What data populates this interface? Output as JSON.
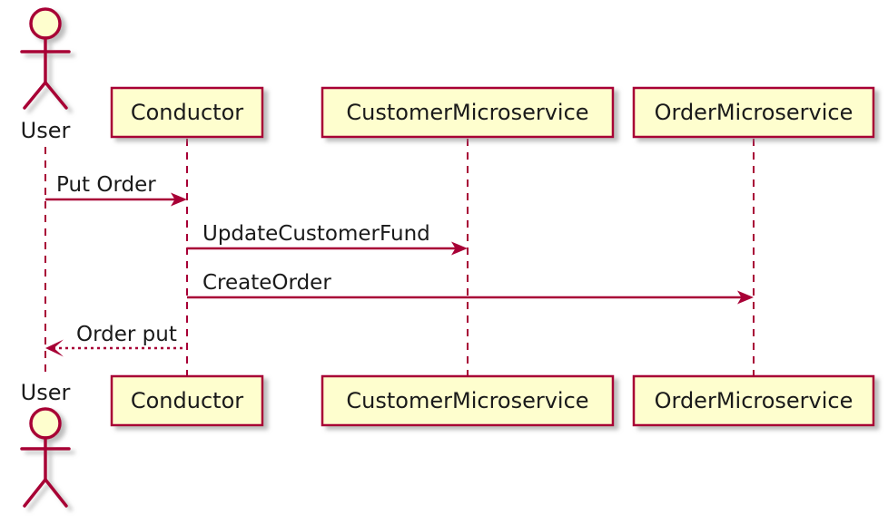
{
  "diagram": {
    "kind": "sequence-diagram",
    "actor": {
      "name": "User"
    },
    "participants": [
      {
        "name": "Conductor"
      },
      {
        "name": "CustomerMicroservice"
      },
      {
        "name": "OrderMicroservice"
      }
    ],
    "messages": [
      {
        "from": "User",
        "to": "Conductor",
        "label": "Put Order",
        "line": "solid",
        "arrow": "filled"
      },
      {
        "from": "Conductor",
        "to": "CustomerMicroservice",
        "label": "UpdateCustomerFund",
        "line": "solid",
        "arrow": "filled"
      },
      {
        "from": "Conductor",
        "to": "OrderMicroservice",
        "label": "CreateOrder",
        "line": "solid",
        "arrow": "filled"
      },
      {
        "from": "Conductor",
        "to": "User",
        "label": "Order put",
        "line": "dotted",
        "arrow": "thin"
      }
    ],
    "colors": {
      "stroke": "#A80036",
      "fill": "#FEFECE",
      "text": "#1a1a1a",
      "background": "#FFFFFF",
      "shadow": "#888888"
    }
  }
}
